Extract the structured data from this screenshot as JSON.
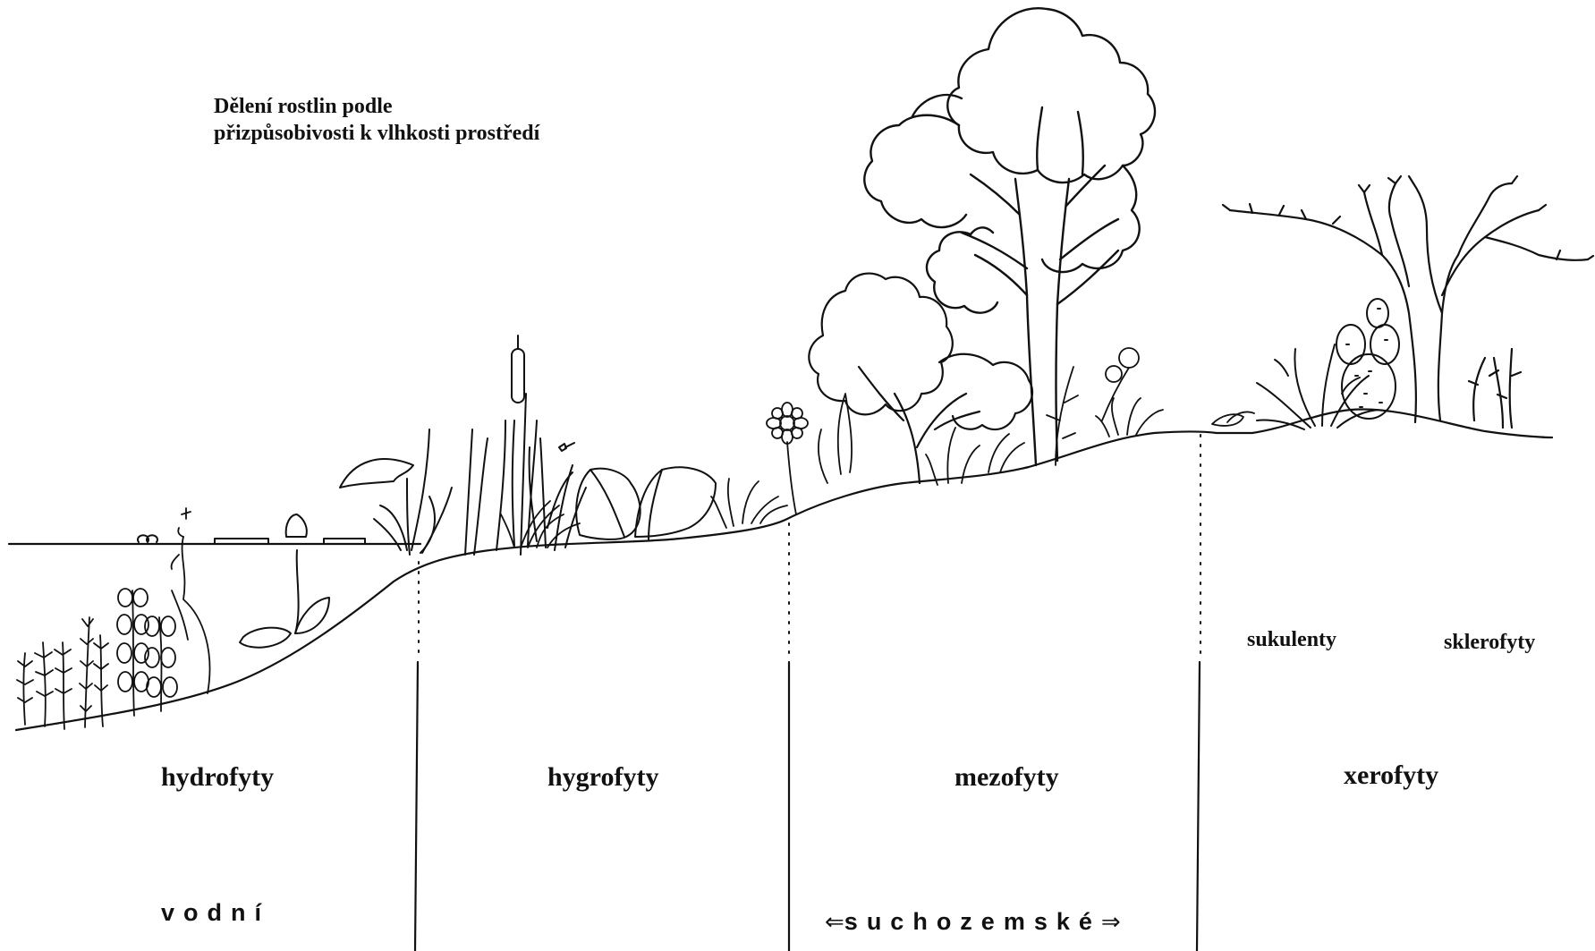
{
  "title": {
    "line1": "Dělení rostlin podle",
    "line2": "přizpůsobivosti k vlhkosti prostředí"
  },
  "zones": {
    "hydrofyty": "hydrofyty",
    "hygrofyty": "hygrofyty",
    "mezofyty": "mezofyty",
    "xerofyty": "xerofyty"
  },
  "subtypes": {
    "sukulenty": "sukulenty",
    "sklerofyty": "sklerofyty"
  },
  "habitat": {
    "water": "vodní",
    "land": "suchozemské",
    "arrow_left": "⇐",
    "arrow_right": "⇒"
  },
  "colors": {
    "ink": "#111111",
    "background": "#ffffff"
  }
}
